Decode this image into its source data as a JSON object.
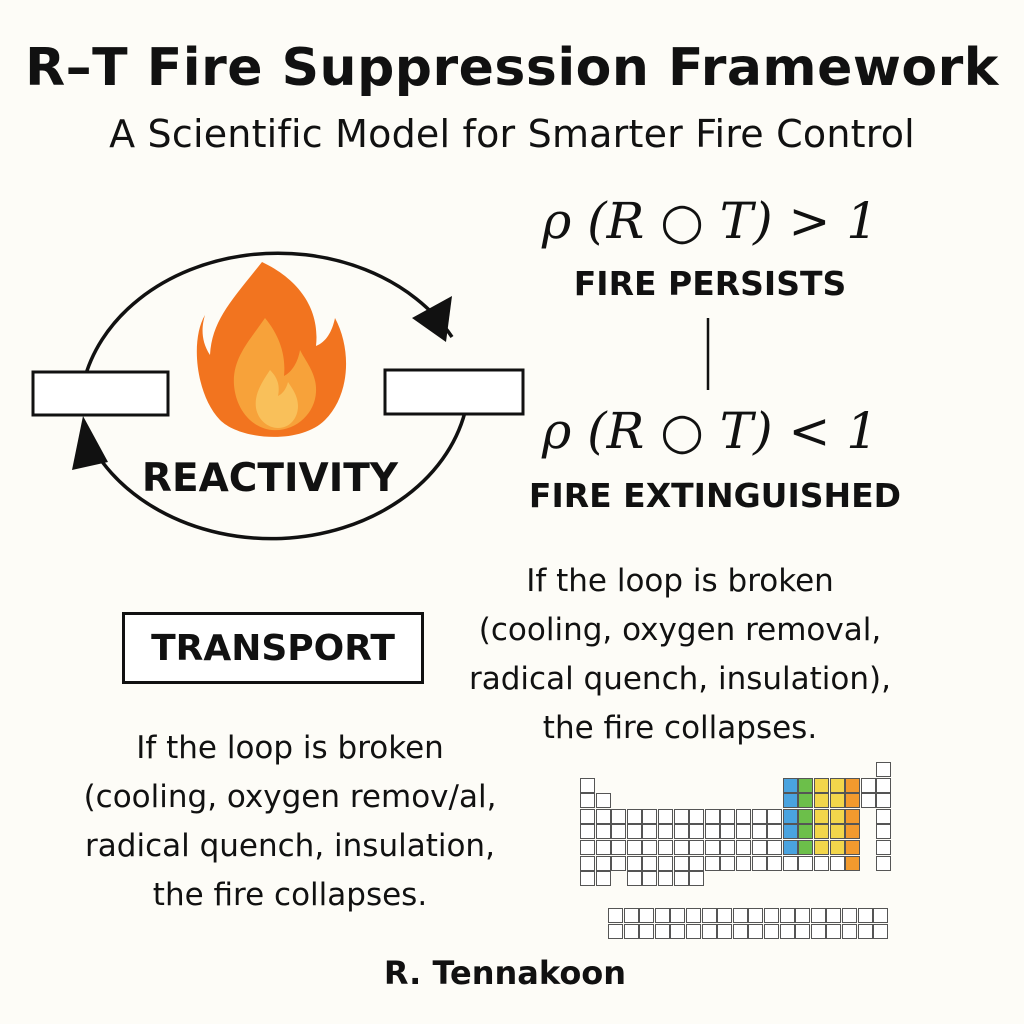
{
  "header": {
    "title": "R–T Fire Suppression Framework",
    "subtitle": "A Scientific Model for Smarter Fire Control"
  },
  "diagram": {
    "center_label": "REACTIVITY",
    "bottom_box_label": "TRANSPORT",
    "fire_icon": "fire-icon",
    "colors": {
      "flame_outer": "#f2741f",
      "flame_inner": "#f7a23a",
      "line": "#111111"
    }
  },
  "conditions": {
    "persist_equation": "ρ (R ○ T) > 1",
    "persist_label": "FIRE PERSISTS",
    "extinguish_equation": "ρ (R ○ T) < 1",
    "extinguish_label": "FIRE EXTINGUISHED"
  },
  "explanation_right": {
    "lines": [
      "If the loop is broken",
      "(cooling, oxygen removal,",
      "radical quench, insulation),",
      "the fire collapses."
    ]
  },
  "explanation_left": {
    "lines": [
      "If the loop is broken",
      "(cooling, oxygen remov/al,",
      "radical quench, insulation,",
      "the fire collapses."
    ]
  },
  "periodic_table": {
    "icon": "periodic-table-icon",
    "accent_colors": [
      "#4aa3df",
      "#6cbf4a",
      "#f2d64b",
      "#f29a2e"
    ]
  },
  "footer": {
    "author": "R. Tennakoon"
  }
}
